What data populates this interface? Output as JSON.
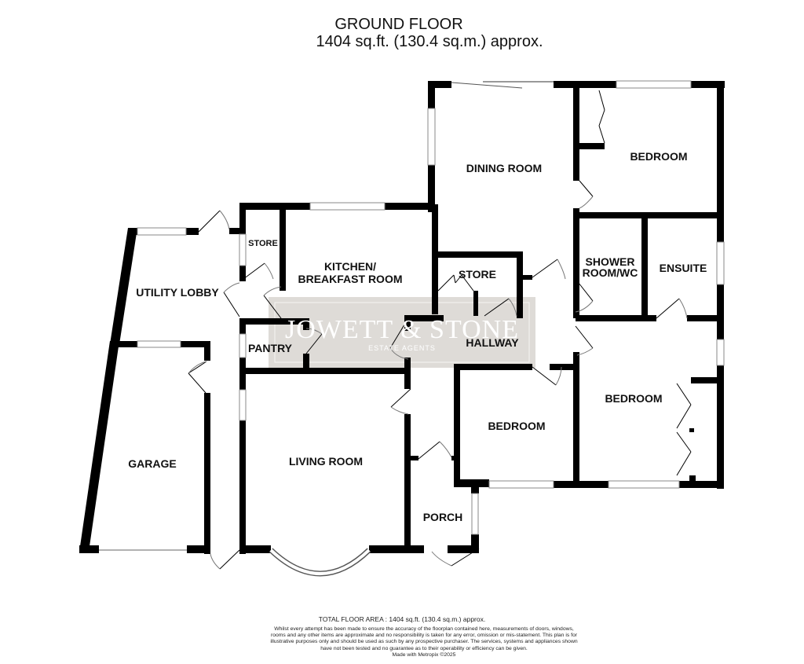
{
  "header": {
    "title": "GROUND FLOOR",
    "area": "1404 sq.ft. (130.4 sq.m.) approx."
  },
  "rooms": {
    "dining_room": "DINING ROOM",
    "bedroom_1": "BEDROOM",
    "store_1": "STORE",
    "kitchen_line1": "KITCHEN/",
    "kitchen_line2": "BREAKFAST ROOM",
    "utility_lobby": "UTILITY LOBBY",
    "store_2": "STORE",
    "shower_line1": "SHOWER",
    "shower_line2": "ROOM/WC",
    "ensuite": "ENSUITE",
    "pantry": "PANTRY",
    "hallway": "HALLWAY",
    "bedroom_2": "BEDROOM",
    "bedroom_3": "BEDROOM",
    "garage": "GARAGE",
    "living_room": "LIVING ROOM",
    "porch": "PORCH"
  },
  "watermark": {
    "name": "JOWETT & STONE",
    "sub": "ESTATE AGENTS",
    "bg_color": "#dedbd7"
  },
  "footer": {
    "total": "TOTAL FLOOR AREA : 1404 sq.ft. (130.4 sq.m.) approx.",
    "disclaimer": "Whilst every attempt has been made to ensure the accuracy of the floorplan contained here, measurements of doors, windows, rooms and any other items are approximate and no responsibility is taken for any error, omission or mis-statement. This plan is for illustrative purposes only and should be used as such by any prospective purchaser. The services, systems and appliances shown have not been tested and no guarantee as to their operability or efficiency can be given.",
    "credit": "Made with Metropix ©2025"
  }
}
